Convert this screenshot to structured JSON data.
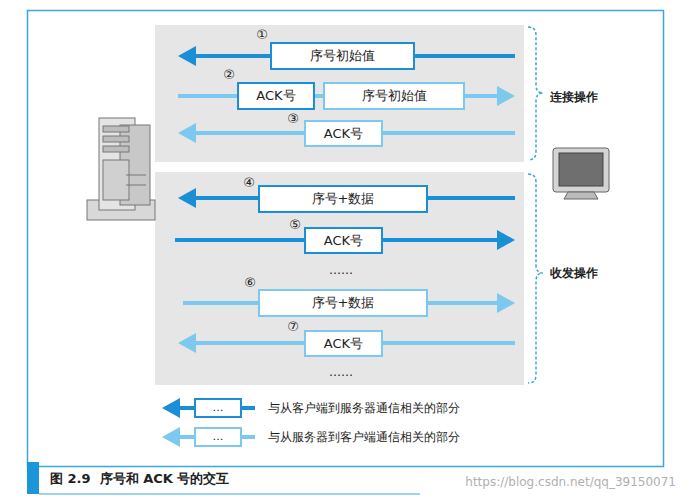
{
  "diagram": {
    "caption": "图 2.9  序号和 ACK 号的交互",
    "nodes": [
      {
        "text": [
          "序号初始值"
        ]
      },
      {
        "text": [
          "ACK号"
        ]
      },
      {
        "text": [
          "序号初始值"
        ]
      },
      {
        "text": [
          "ACK号"
        ]
      },
      {
        "text": [
          "序号+数据"
        ]
      },
      {
        "text": [
          "ACK号"
        ]
      },
      {
        "text": [
          "序号+数据"
        ]
      },
      {
        "text": [
          "ACK号"
        ]
      }
    ],
    "labels": [
      "①",
      "②",
      "③",
      "④",
      "⑤",
      "⑥",
      "⑦",
      "……",
      "……",
      "连接操作",
      "收发操作",
      "…",
      "…",
      "https://blog.csdn.net/qq_39150071"
    ],
    "legend": [
      {
        "text": "与从客户端到服务器通信相关的部分"
      },
      {
        "text": "与从服务器到客户端通信相关的部分"
      }
    ]
  }
}
